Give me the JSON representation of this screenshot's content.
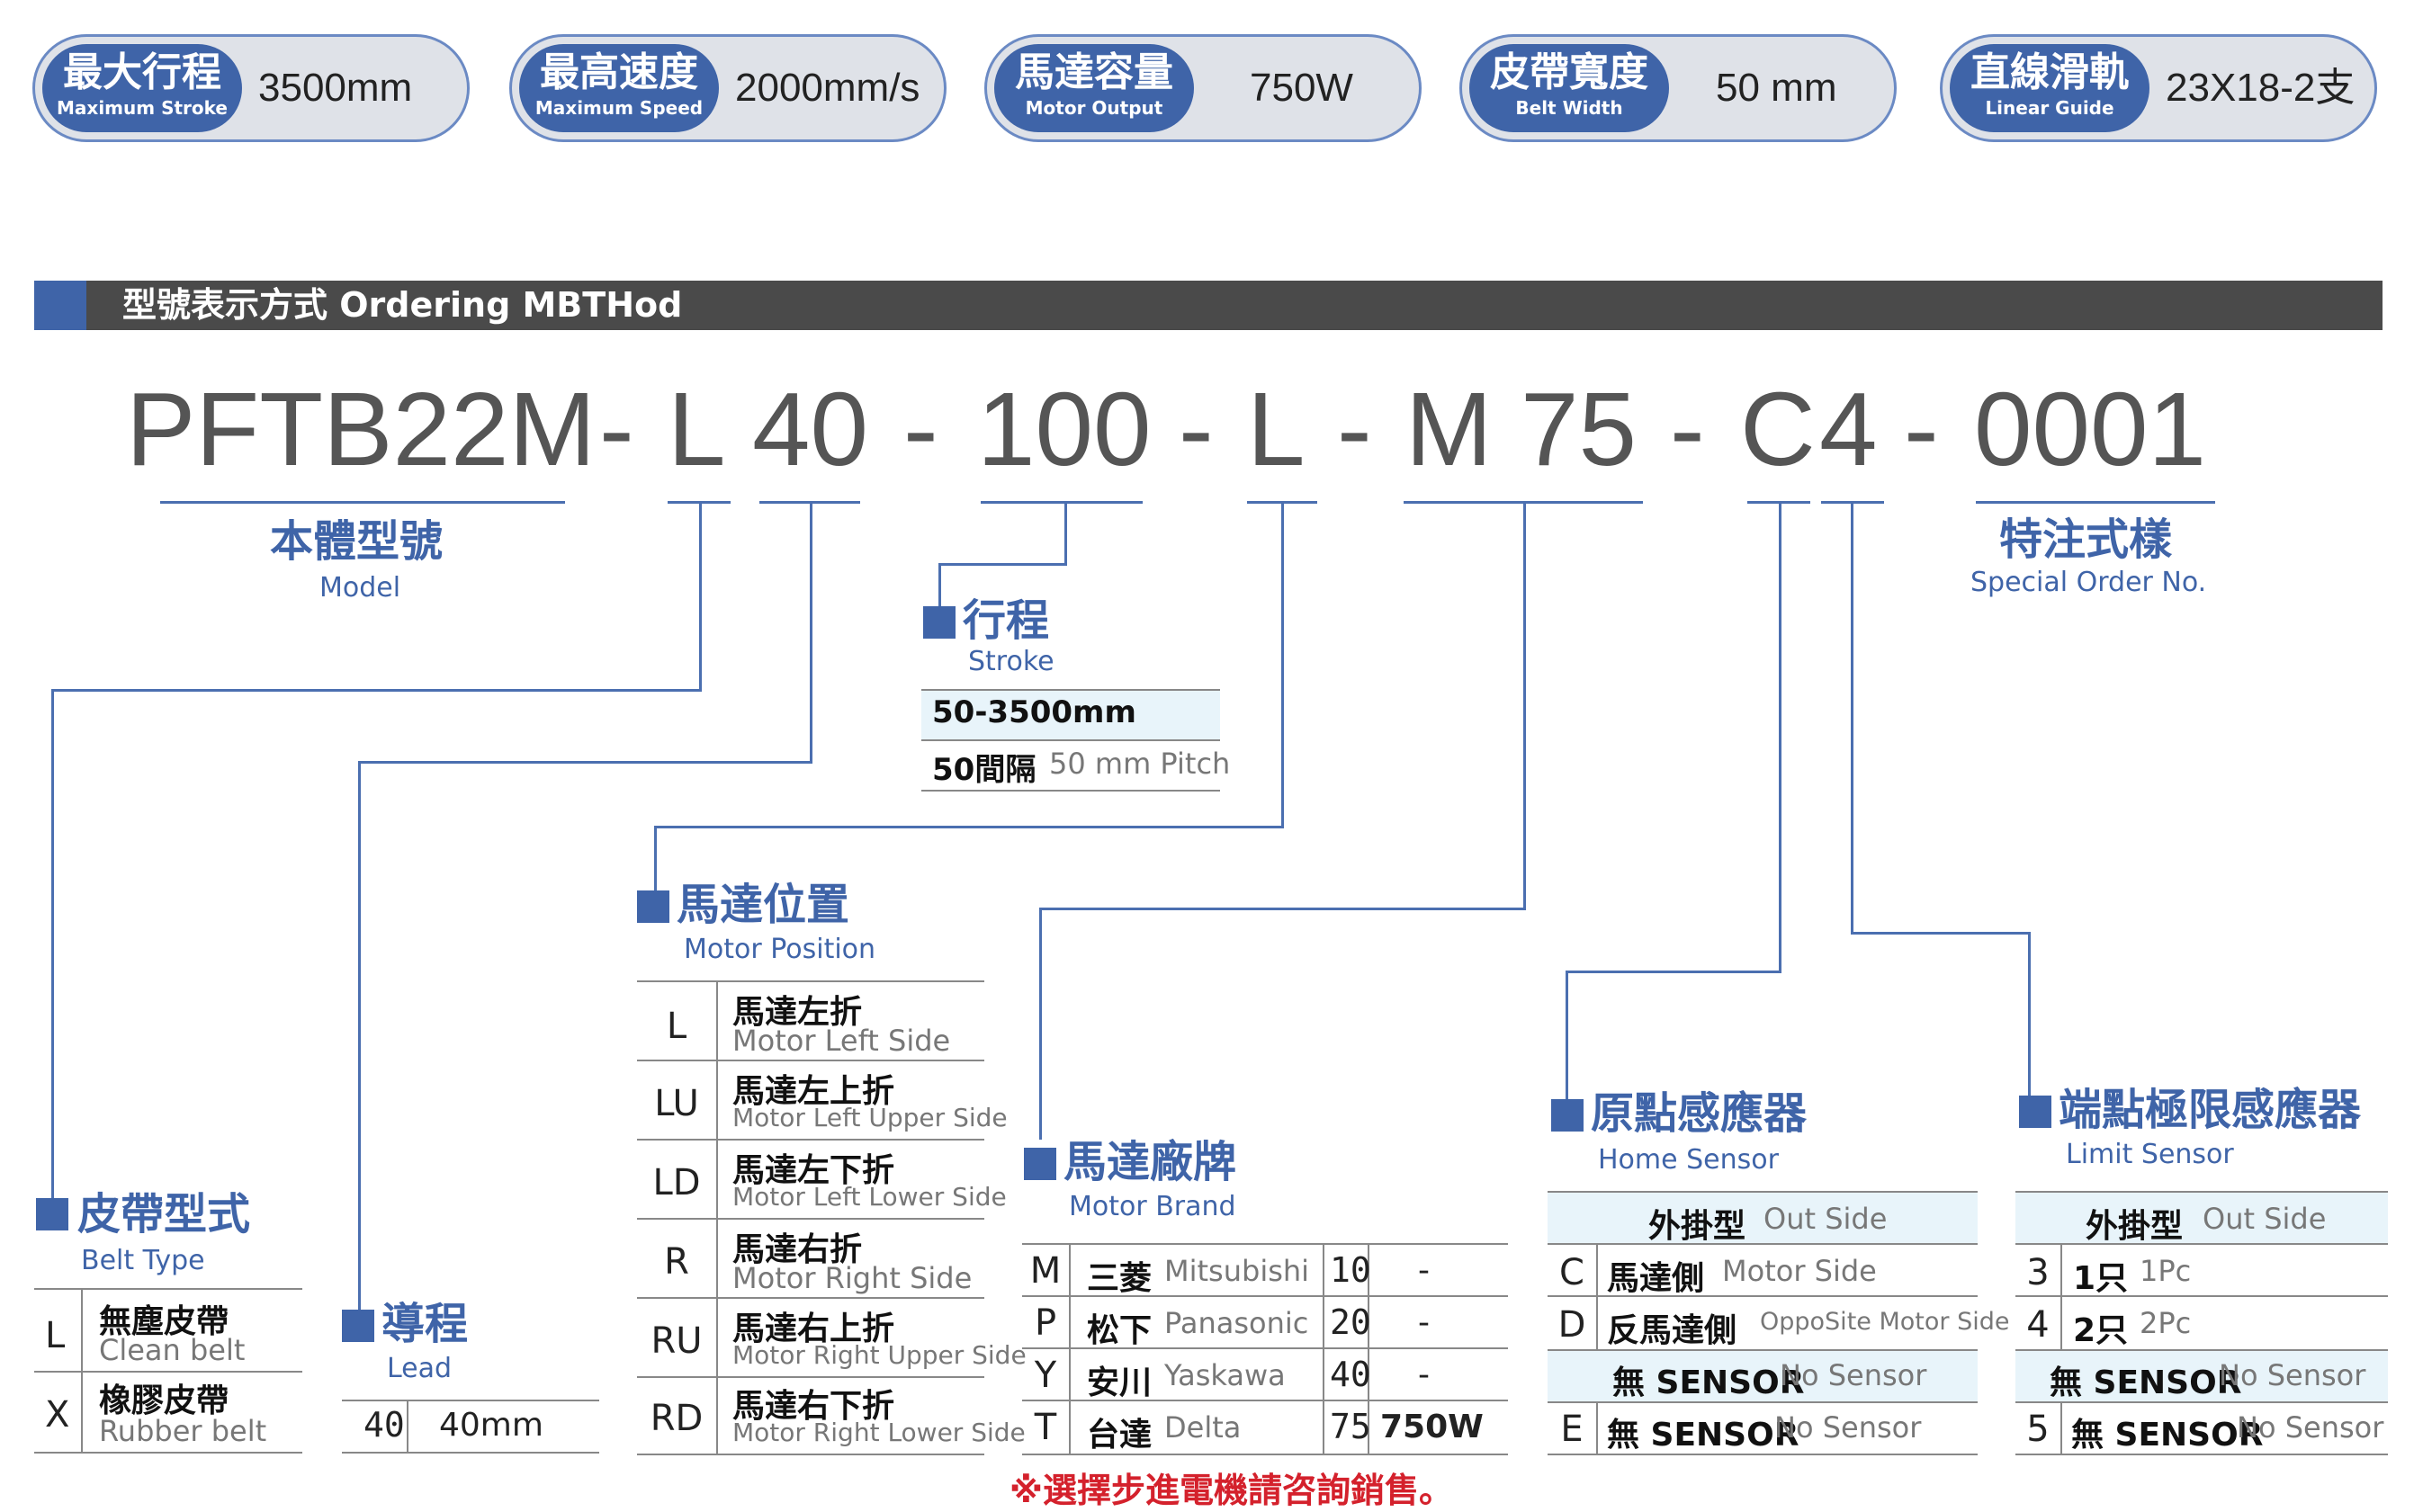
{
  "specs": [
    {
      "zh": "最大行程",
      "en": "Maximum Stroke",
      "value": "3500mm"
    },
    {
      "zh": "最高速度",
      "en": "Maximum Speed",
      "value": "2000mm/s"
    },
    {
      "zh": "馬達容量",
      "en": "Motor Output",
      "value": "750W"
    },
    {
      "zh": "皮帶寬度",
      "en": "Belt Width",
      "value": "50 mm"
    },
    {
      "zh": "直線滑軌",
      "en": "Linear Guide",
      "value": "23X18-2支"
    }
  ],
  "section": {
    "title": "型號表示方式  Ordering MBTHod"
  },
  "code": {
    "model": "PFTB22M",
    "d1": "-",
    "belt": "L",
    "lead": "40",
    "d2": "-",
    "stroke": "100",
    "d3": "-",
    "position": "L",
    "d4": "-",
    "brand": "M",
    "output": "75",
    "d5": "-",
    "home": "C",
    "limit": "4",
    "d6": "-",
    "special": "0001"
  },
  "labels": {
    "model": {
      "zh": "本體型號",
      "en": "Model"
    },
    "special": {
      "zh": "特注式樣",
      "en": "Special Order No."
    },
    "stroke": {
      "zh": "行程",
      "en": "Stroke",
      "row1": "50-3500mm",
      "row2_zh": "50間隔",
      "row2_en": "50 mm Pitch"
    },
    "belt": {
      "zh": "皮帶型式",
      "en": "Belt Type",
      "rows": [
        {
          "code": "L",
          "zh": "無塵皮帶",
          "en": "Clean belt"
        },
        {
          "code": "X",
          "zh": "橡膠皮帶",
          "en": "Rubber belt"
        }
      ]
    },
    "lead": {
      "zh": "導程",
      "en": "Lead",
      "code": "40",
      "value": "40mm"
    },
    "position": {
      "zh": "馬達位置",
      "en": "Motor Position",
      "rows": [
        {
          "code": "L",
          "zh": "馬達左折",
          "en": "Motor Left Side"
        },
        {
          "code": "LU",
          "zh": "馬達左上折",
          "en": "Motor Left Upper Side"
        },
        {
          "code": "LD",
          "zh": "馬達左下折",
          "en": "Motor Left Lower Side"
        },
        {
          "code": "R",
          "zh": "馬達右折",
          "en": "Motor Right Side"
        },
        {
          "code": "RU",
          "zh": "馬達右上折",
          "en": "Motor Right Upper  Side"
        },
        {
          "code": "RD",
          "zh": "馬達右下折",
          "en": "Motor Right Lower Side"
        }
      ]
    },
    "brand": {
      "zh": "馬達廠牌",
      "en": "Motor Brand",
      "rows": [
        {
          "code": "M",
          "zh": "三菱",
          "en": "Mitsubishi",
          "num": "10",
          "out": "-"
        },
        {
          "code": "P",
          "zh": "松下",
          "en": "Panasonic",
          "num": "20",
          "out": "-"
        },
        {
          "code": "Y",
          "zh": "安川",
          "en": "Yaskawa",
          "num": "40",
          "out": "-"
        },
        {
          "code": "T",
          "zh": "台達",
          "en": "Delta",
          "num": "75",
          "out": "750W"
        }
      ],
      "note": "※選擇步進電機請咨詢銷售。"
    },
    "home": {
      "zh": "原點感應器",
      "en": "Home Sensor",
      "header_zh": "外掛型",
      "header_en": "Out Side",
      "rows": [
        {
          "code": "C",
          "zh": "馬達側",
          "en": "Motor Side"
        },
        {
          "code": "D",
          "zh": "反馬達側",
          "en": "OppoSite Motor Side"
        },
        {
          "code": "",
          "zh": "無  SENSOR",
          "en": "No Sensor"
        },
        {
          "code": "E",
          "zh": "無  SENSOR",
          "en": "No Sensor"
        }
      ]
    },
    "limit": {
      "zh": "端點極限感應器",
      "en": "Limit Sensor",
      "header_zh": "外掛型",
      "header_en": "Out Side",
      "rows": [
        {
          "code": "3",
          "zh": "1只",
          "en": "1Pc"
        },
        {
          "code": "4",
          "zh": "2只",
          "en": "2Pc"
        },
        {
          "code": "",
          "zh": "無  SENSOR",
          "en": "No Sensor"
        },
        {
          "code": "5",
          "zh": "無  SENSOR",
          "en": "No Sensor"
        }
      ]
    }
  },
  "colors": {
    "accent": "#3f64a8",
    "bar": "#4a4a4a",
    "pill_bg": "#dfe2e8",
    "note": "#d4212c",
    "row_tint": "#e8f4fa"
  }
}
